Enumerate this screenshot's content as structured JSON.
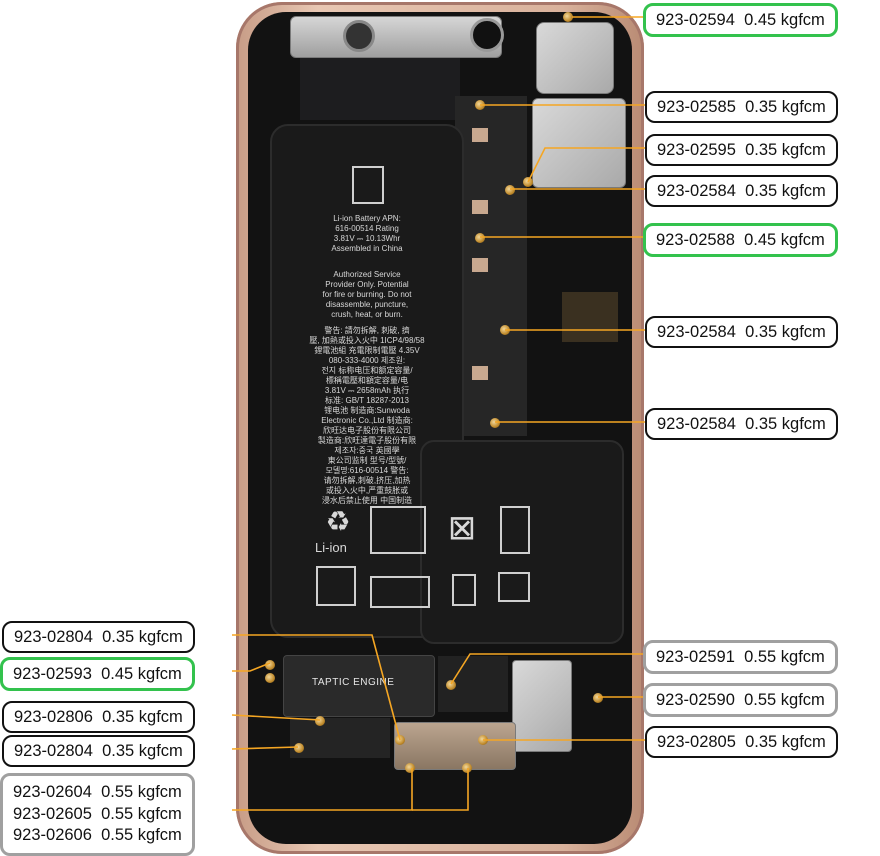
{
  "colors": {
    "leader_line": "#f5a623",
    "highlight_green": "#33c24d",
    "highlight_grey": "#a0a0a0",
    "callout_border": "#111111"
  },
  "battery": {
    "lines": [
      "Li-ion Battery APN:",
      "616-00514 Rating",
      "3.81V ⎓ 10.13Whr",
      "Assembled in China",
      "Authorized Service",
      "Provider Only. Potential",
      "for fire or burning. Do not",
      "disassemble, puncture,",
      "crush, heat, or burn.",
      "警告: 請勿拆解, 刺破, 擠",
      "壓, 加熱或投入火中 1ICP4/98/58",
      "鋰電池組 充電限制電壓 4.35V",
      "080-333-4000 제조원:",
      "전지 标称电压和额定容量/",
      "標稱電壓和額定容量/电",
      "3.81V ⎓ 2658mAh 执行",
      "标准: GB/T 18287-2013",
      "锂电池 制造商:Sunwoda",
      "Electronic Co.,Ltd 制造商:",
      "欣旺达电子股份有限公司",
      "製造商:欣旺達電子股份有限",
      "제조자:중국 英國學",
      "東公司监制 型号/型號/",
      "모델명:616-00514 警告:",
      "请勿拆解,刺破,挤压,加热",
      "或投入火中,严重鼓胀或",
      "浸水后禁止使用 中国制造"
    ],
    "li_ion_label": "Li-ion"
  },
  "taptic_label": "TAPTIC ENGINE",
  "callouts": [
    {
      "id": "c1",
      "part": "923-02594",
      "torque": "0.45 kgfcm",
      "style": "green"
    },
    {
      "id": "c2",
      "part": "923-02585",
      "torque": "0.35 kgfcm",
      "style": "black"
    },
    {
      "id": "c3",
      "part": "923-02595",
      "torque": "0.35 kgfcm",
      "style": "black"
    },
    {
      "id": "c4",
      "part": "923-02584",
      "torque": "0.35 kgfcm",
      "style": "black"
    },
    {
      "id": "c5",
      "part": "923-02588",
      "torque": "0.45 kgfcm",
      "style": "green"
    },
    {
      "id": "c6",
      "part": "923-02584",
      "torque": "0.35 kgfcm",
      "style": "black"
    },
    {
      "id": "c7",
      "part": "923-02584",
      "torque": "0.35 kgfcm",
      "style": "black"
    },
    {
      "id": "c8",
      "part": "923-02591",
      "torque": "0.55 kgfcm",
      "style": "grey"
    },
    {
      "id": "c9",
      "part": "923-02590",
      "torque": "0.55 kgfcm",
      "style": "grey"
    },
    {
      "id": "c10",
      "part": "923-02805",
      "torque": "0.35 kgfcm",
      "style": "black"
    },
    {
      "id": "c11",
      "part": "923-02804",
      "torque": "0.35 kgfcm",
      "style": "black"
    },
    {
      "id": "c12",
      "part": "923-02593",
      "torque": "0.45 kgfcm",
      "style": "green"
    },
    {
      "id": "c13",
      "part": "923-02806",
      "torque": "0.35 kgfcm",
      "style": "black"
    },
    {
      "id": "c14",
      "part": "923-02804",
      "torque": "0.35 kgfcm",
      "style": "black"
    }
  ],
  "multi_callout": {
    "rows": [
      {
        "part": "923-02604",
        "torque": "0.55 kgfcm"
      },
      {
        "part": "923-02605",
        "torque": "0.55 kgfcm"
      },
      {
        "part": "923-02606",
        "torque": "0.55 kgfcm"
      }
    ]
  }
}
